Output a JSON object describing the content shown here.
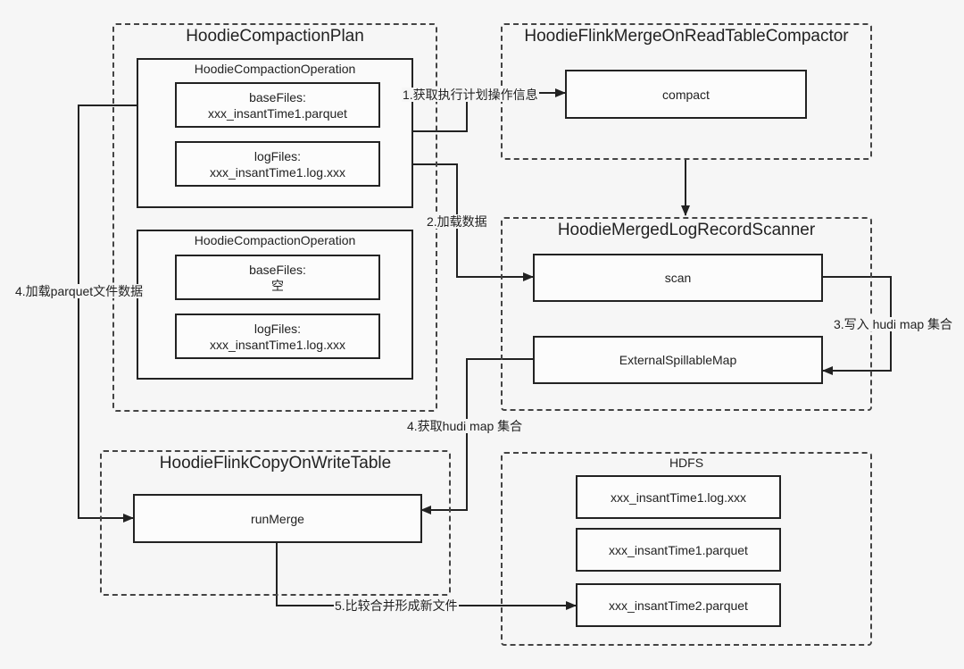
{
  "groups": {
    "plan": "HoodieCompactionPlan",
    "compactor": "HoodieFlinkMergeOnReadTableCompactor",
    "scanner": "HoodieMergedLogRecordScanner",
    "cow": "HoodieFlinkCopyOnWriteTable",
    "hdfs": "HDFS"
  },
  "operations": [
    {
      "title": "HoodieCompactionOperation",
      "base_label": "baseFiles:",
      "base_value": "xxx_insantTime1.parquet",
      "log_label": "logFiles:",
      "log_value": "xxx_insantTime1.log.xxx"
    },
    {
      "title": "HoodieCompactionOperation",
      "base_label": "baseFiles:",
      "base_value": "空",
      "log_label": "logFiles:",
      "log_value": "xxx_insantTime1.log.xxx"
    }
  ],
  "nodes": {
    "compact": "compact",
    "scan": "scan",
    "spillable_map": "ExternalSpillableMap",
    "run_merge": "runMerge"
  },
  "hdfs_files": [
    "xxx_insantTime1.log.xxx",
    "xxx_insantTime1.parquet",
    "xxx_insantTime2.parquet"
  ],
  "edges": {
    "step1": "1.获取执行计划操作信息",
    "step2": "2.加载数据",
    "step3": "3.写入 hudi map 集合",
    "step4_map": "4.获取hudi map 集合",
    "step4_parquet": "4.加载parquet文件数据",
    "step5": "5.比较合并形成新文件"
  }
}
